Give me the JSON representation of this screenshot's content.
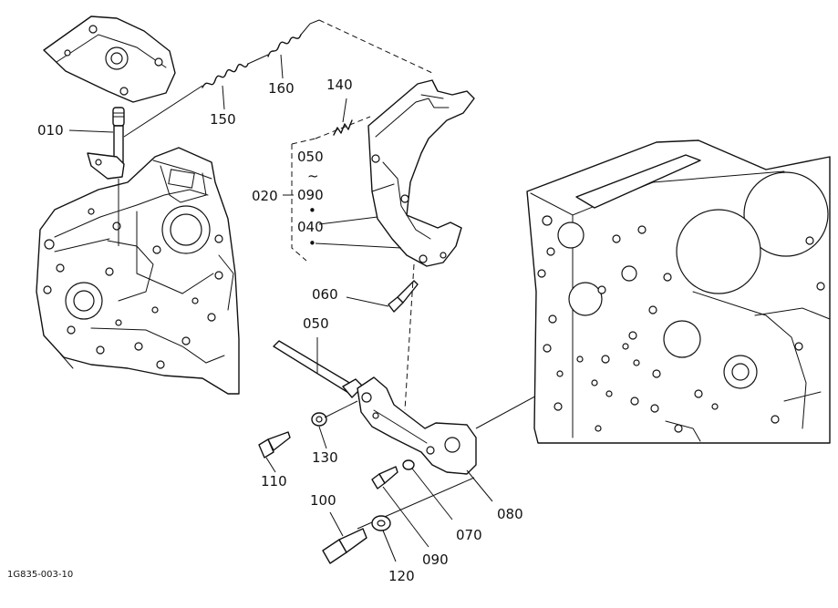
{
  "diagram": {
    "code": "1G835-003-10",
    "callouts": {
      "p010": "010",
      "p150": "150",
      "p160": "160",
      "p140": "140",
      "p020": "020",
      "p050a": "050",
      "tilde": "~",
      "p090a": "090",
      "dot": "•",
      "p040": "040",
      "p060": "060",
      "p050b": "050",
      "p110": "110",
      "p130": "130",
      "p080": "080",
      "p100": "100",
      "p070": "070",
      "p120": "120",
      "p090b": "090"
    }
  }
}
